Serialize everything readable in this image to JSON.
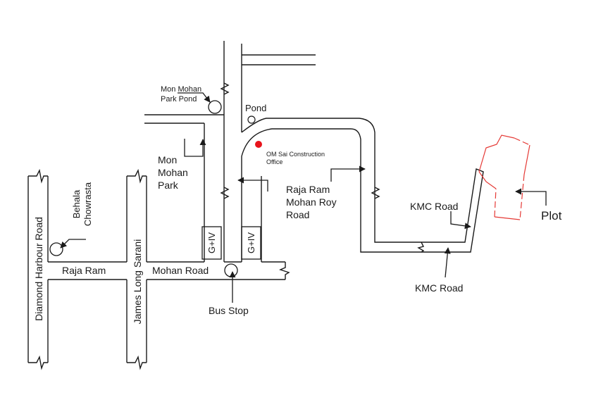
{
  "map": {
    "roads": {
      "diamond_harbour": "Diamond Harbour Road",
      "james_long": "James Long Sarani",
      "raja_ram": "Raja Ram",
      "mohan_road": "Mohan Road",
      "rrmr_line1": "Raja Ram",
      "rrmr_line2": "Mohan Roy",
      "rrmr_line3": "Road",
      "kmc_road_upper": "KMC Road",
      "kmc_road_lower": "KMC Road"
    },
    "places": {
      "mon_mohan_park_pond_line1": "Mon Mohan",
      "mon_mohan_park_pond_line2": "Park Pond",
      "pond": "Pond",
      "mon_mohan_park_line1": "Mon",
      "mon_mohan_park_line2": "Mohan",
      "mon_mohan_park_line3": "Park",
      "office_line1": "OM Sai Construction",
      "office_line2": "Office",
      "behala_line1": "Behala",
      "behala_line2": "Chowrasta",
      "bus_stop": "Bus Stop",
      "building_left": "G+IV",
      "building_right": "G+IV",
      "plot": "Plot"
    },
    "colors": {
      "ink": "#1a1a1a",
      "office_marker": "#e8141c",
      "plot_outline": "#e53935"
    }
  }
}
